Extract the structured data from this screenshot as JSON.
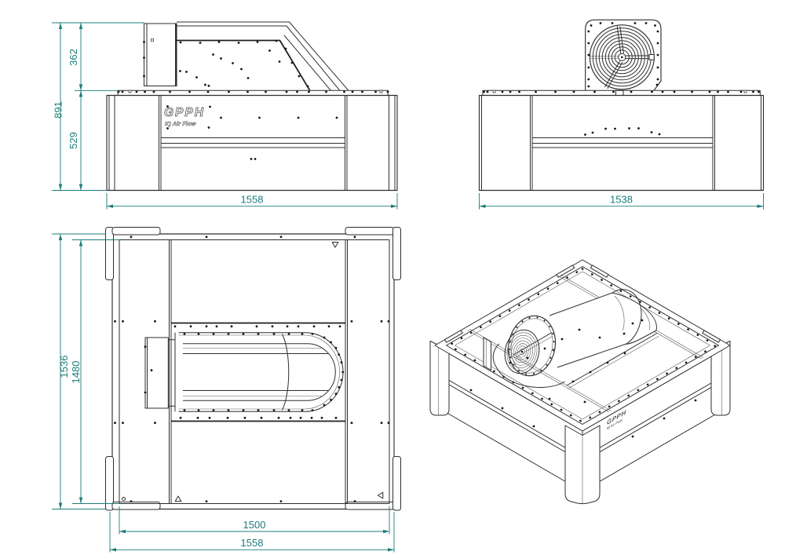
{
  "page": {
    "background": "#ffffff"
  },
  "drawing": {
    "brand": {
      "name": "GPPH",
      "tagline": "IQ Air Flow"
    },
    "colors": {
      "dimension_accent": "#1b7d7b",
      "line": "#2e2e2e",
      "background": "#ffffff"
    },
    "views": {
      "front": {
        "dims": {
          "overall_height": "891",
          "hood_height": "362",
          "body_height": "529",
          "overall_width": "1558"
        }
      },
      "side": {
        "dims": {
          "overall_width": "1538"
        }
      },
      "top": {
        "dims": {
          "overall_depth": "1536",
          "inner_depth": "1480",
          "inner_width": "1500",
          "overall_width": "1558"
        }
      }
    }
  }
}
